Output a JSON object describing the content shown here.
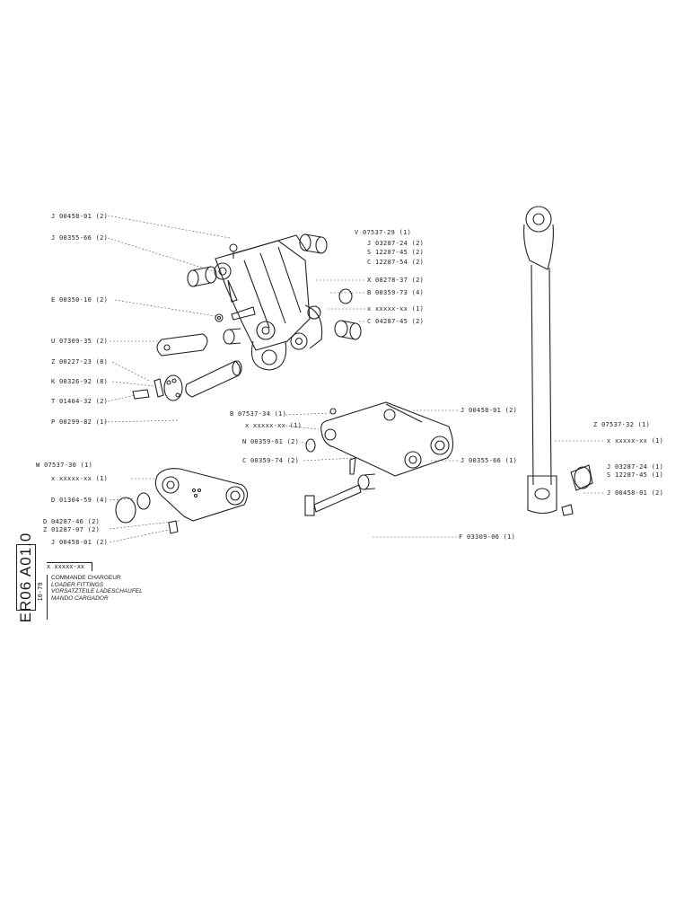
{
  "side_code": "ER06 A01.0",
  "side_date": "10-79",
  "title_ref": "x xxxxx-xx",
  "titles": {
    "fr": "COMMANDE CHARGEUR",
    "en": "LOADER FITTINGS",
    "de": "VORSATZTEILE LADESCHAUFEL",
    "es": "MANDO CARGADOR"
  },
  "labels": {
    "j00458_top": "J 00458-01 (2)",
    "j00355_top": "J 00355-66 (2)",
    "e00350": "E 00350-10 (2)",
    "u07309": "U 07309-35 (2)",
    "z00227": "Z 00227-23 (8)",
    "k00326": "K 00326-92 (8)",
    "t01404": "T 01404-32 (2)",
    "p00299": "P 00299-82 (1)",
    "v07537": "V 07537-29 (1)",
    "j03287_a": "J 03287-24 (2)",
    "s12287_a": "S 12287-45 (2)",
    "c12287": "C 12287-54 (2)",
    "x08278": "X 08278-37 (2)",
    "b00359": "B 00359-73 (4)",
    "xx_right": "x xxxxx-xx (1)",
    "c04287": "C 04287-45 (2)",
    "b07537": "B 07537-34 (1)",
    "xx_mid": "x xxxxx-xx (1)",
    "n00359": "N 00359-61 (2)",
    "c00359": "C 00359-74 (2)",
    "j00458_mid": "J 00458-01 (2)",
    "j00355_mid": "J 00355-66 (1)",
    "f03309": "F 03309-06 (1)",
    "w07537": "W 07537-30 (1)",
    "xx_left": "x xxxxx-xx (1)",
    "d01304": "D 01304-59 (4)",
    "d04287": "D 04287-46 (2)",
    "z01287": "Z 01287-07 (2)",
    "j00458_low": "J 00458-01 (2)",
    "z07537": "Z 07537-32 (1)",
    "xx_rod": "x xxxxx-xx (1)",
    "j03287_b": "J 03287-24 (1)",
    "s12287_b": "S 12287-45 (1)",
    "j00458_rod": "J 00458-01 (2)"
  }
}
